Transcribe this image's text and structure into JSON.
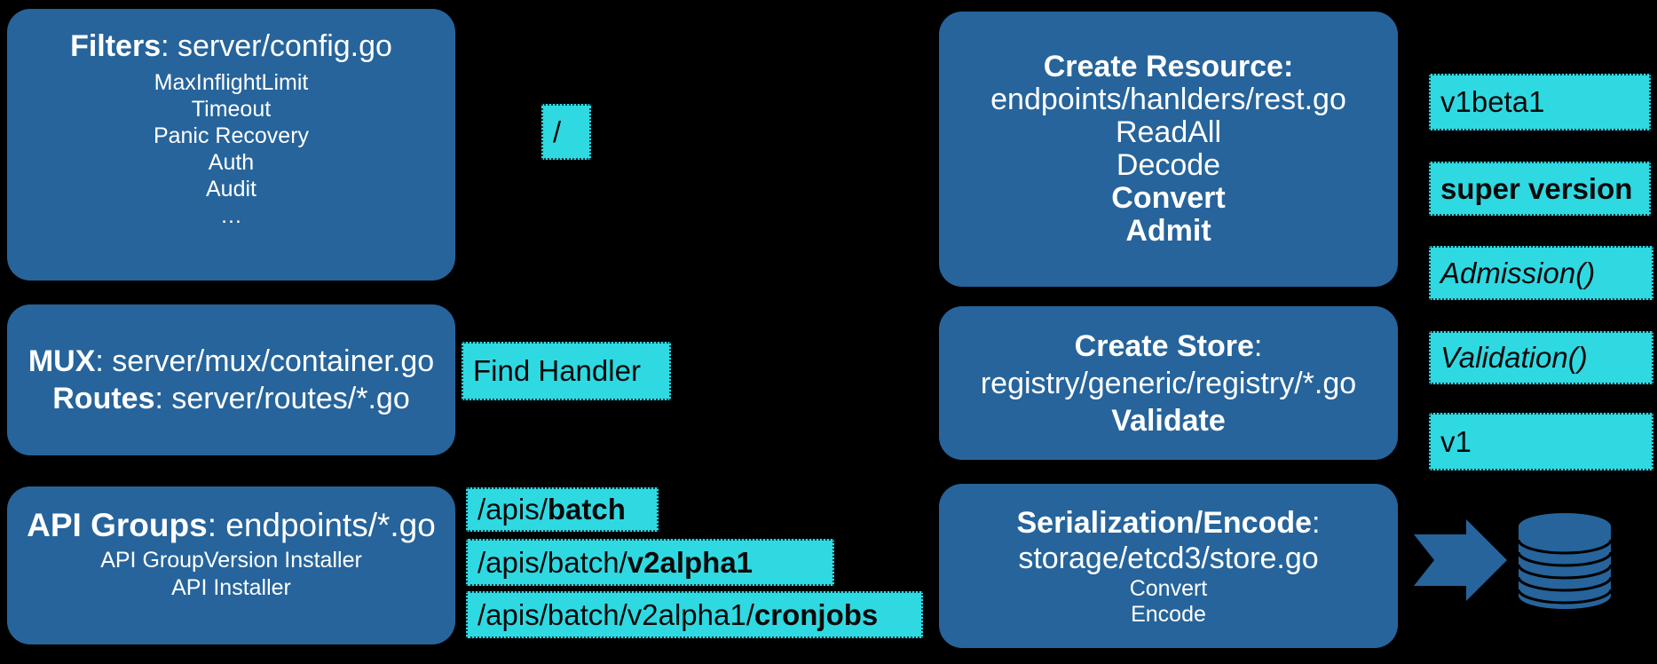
{
  "colors": {
    "background": "#000000",
    "box_blue": "#26649B",
    "tag_cyan": "#2FD9E2",
    "text_on_blue": "#FFFFFF",
    "text_on_cyan": "#0A0A0A"
  },
  "filters_box": {
    "title_bold": "Filters",
    "title_rest": ": server/config.go",
    "items": [
      "MaxInflightLimit",
      "Timeout",
      "Panic Recovery",
      "Auth",
      "Audit",
      "…"
    ]
  },
  "mux_box": {
    "line1_bold": "MUX",
    "line1_rest": ": server/mux/container.go",
    "line2_bold": "Routes",
    "line2_rest": ": server/routes/*.go"
  },
  "api_groups_box": {
    "title_bold": "API Groups",
    "title_rest": ": endpoints/*.go",
    "items": [
      "API GroupVersion Installer",
      "API Installer"
    ]
  },
  "create_resource_box": {
    "title": "Create Resource:",
    "line_path": "endpoints/hanlders/rest.go",
    "line_readall": "ReadAll",
    "line_decode": "Decode",
    "line_convert": "Convert",
    "line_admit": "Admit"
  },
  "create_store_box": {
    "title_bold": "Create Store",
    "title_colon": ":",
    "line_path": "registry/generic/registry/*.go",
    "line_validate": "Validate"
  },
  "serialization_box": {
    "title_bold": "Serialization/Encode",
    "title_colon": ":",
    "line_path": "storage/etcd3/store.go",
    "line_convert": "Convert",
    "line_encode": "Encode"
  },
  "tags": {
    "slash": "/",
    "find_handler": "Find Handler",
    "apis_batch_prefix": "/apis/",
    "apis_batch_bold": "batch",
    "apis_v2alpha1_prefix": "/apis/batch/",
    "apis_v2alpha1_bold": "v2alpha1",
    "apis_cronjobs_prefix": "/apis/batch/v2alpha1/",
    "apis_cronjobs_bold": "cronjobs",
    "v1beta1": "v1beta1",
    "super_version": "super version",
    "admission": "Admission()",
    "validation": "Validation()",
    "v1": "v1"
  },
  "icons": {
    "arrow": "right-block-arrow-icon",
    "database": "database-cylinder-icon"
  }
}
